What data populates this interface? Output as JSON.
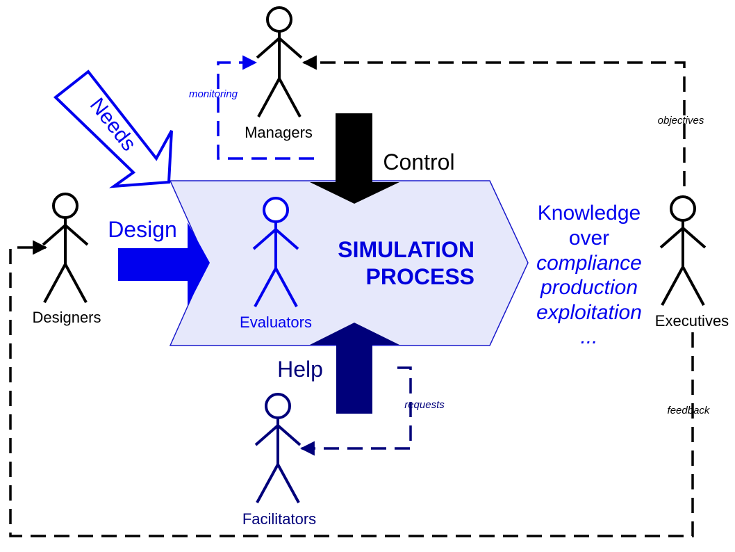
{
  "process": {
    "title_line1": "SIMULATION",
    "title_line2": "PROCESS",
    "fill_color": "#e6e8fb",
    "border_color": "#1a1acc"
  },
  "actors": {
    "managers": "Managers",
    "designers": "Designers",
    "evaluators": "Evaluators",
    "executives": "Executives",
    "facilitators": "Facilitators"
  },
  "inputs": {
    "needs": "Needs",
    "design": "Design",
    "control": "Control",
    "help": "Help"
  },
  "outputs": {
    "line1": "Knowledge",
    "line2": "over",
    "line3": "compliance",
    "line4": "production",
    "line5": "exploitation",
    "line6": "..."
  },
  "flows": {
    "monitoring": "monitoring",
    "objectives": "objectives",
    "requests": "requests",
    "feedback": "feedback"
  },
  "colors": {
    "blue": "#0000ee",
    "navy": "#00007a",
    "black": "#000000"
  }
}
